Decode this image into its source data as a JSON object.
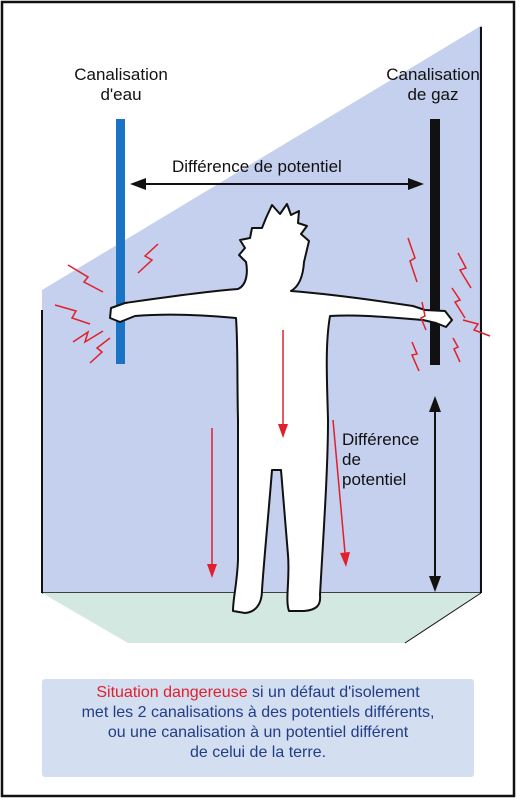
{
  "labels": {
    "water_pipe": [
      "Canalisation",
      "d'eau"
    ],
    "gas_pipe": [
      "Canalisation",
      "de gaz"
    ],
    "horizontal_potential": "Différence de potentiel",
    "vertical_potential": [
      "Différence",
      "de",
      "potentiel"
    ]
  },
  "caption": {
    "danger": "Situation dangereuse",
    "line1_rest": " si un défaut d'isolement",
    "line2": "met les 2 canalisations à des potentiels différents,",
    "line3": "ou une canalisation à un potentiel différent",
    "line4": "de celui de la terre."
  },
  "colors": {
    "wall": "#c5cfee",
    "floor": "#d2e8e1",
    "water_pipe": "#1a73c5",
    "gas_pipe": "#111111",
    "spark": "#e0202b",
    "caption_text": "#213d86",
    "caption_bg": "#d4def1"
  }
}
